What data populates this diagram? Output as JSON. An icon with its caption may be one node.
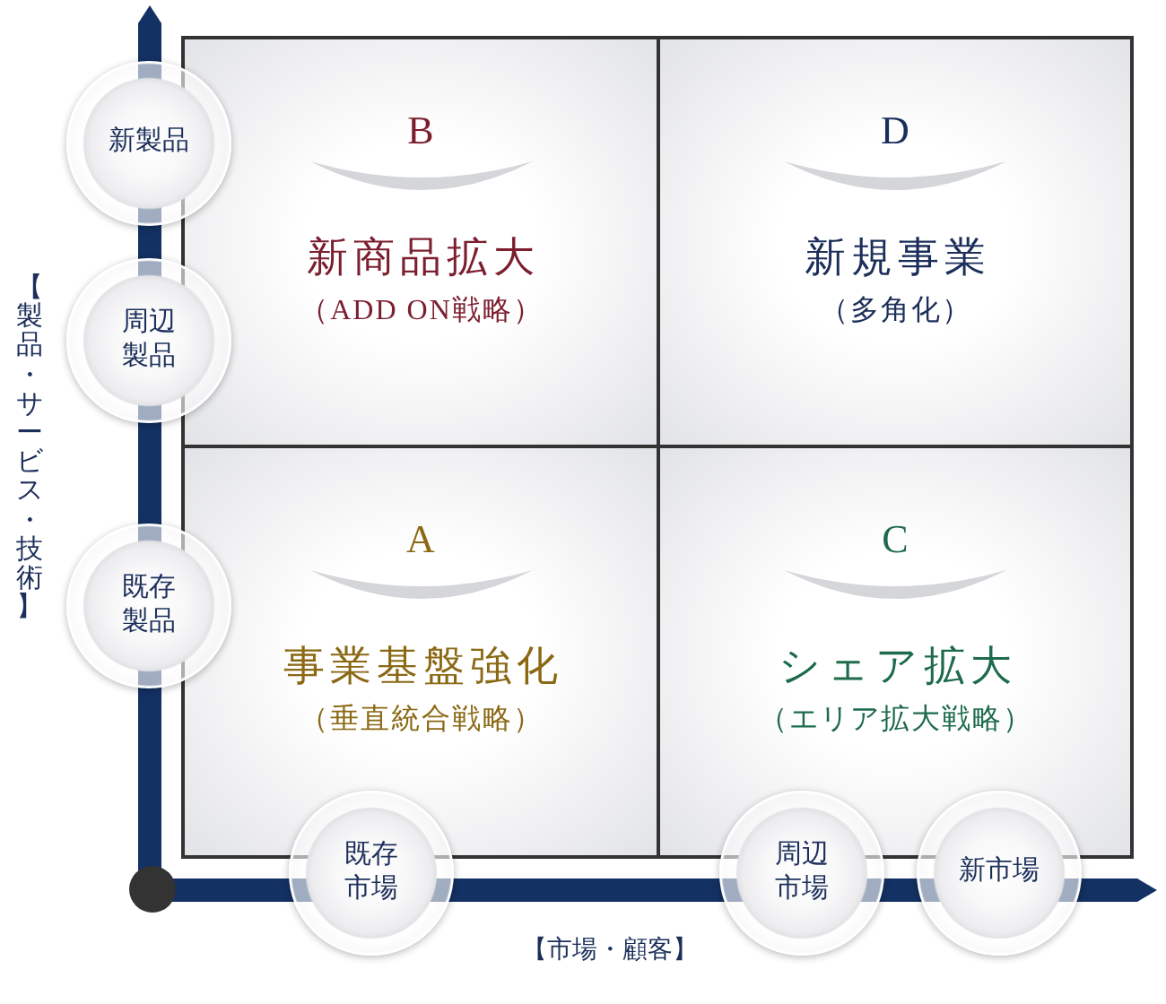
{
  "diagram": {
    "nodes": [
      {
        "text": [
          "B",
          "新商品拡大",
          "（ADD ON戦略）"
        ]
      },
      {
        "text": [
          "D",
          "新規事業",
          "（多角化）"
        ]
      },
      {
        "text": [
          "A",
          "事業基盤強化",
          "（垂直統合戦略）"
        ]
      },
      {
        "text": [
          "C",
          "シェア拡大",
          "（エリア拡大戦略）"
        ]
      },
      {
        "text": [
          "新製品"
        ]
      },
      {
        "text": [
          "周辺製品"
        ]
      },
      {
        "text": [
          "既存製品"
        ]
      },
      {
        "text": [
          "既存市場"
        ]
      },
      {
        "text": [
          "周辺市場"
        ]
      },
      {
        "text": [
          "新市場"
        ]
      }
    ],
    "labels": [
      "【製品・サービス・技術】",
      "【市場・顧客】"
    ]
  }
}
